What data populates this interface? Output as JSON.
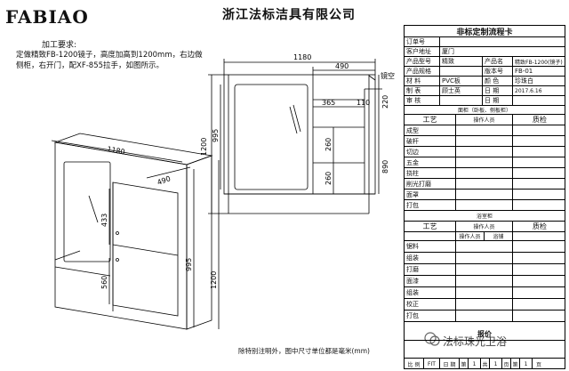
{
  "header": {
    "logo": "FABIAO",
    "company": "浙江法标洁具有限公司"
  },
  "requirements": {
    "title": "加工要求:",
    "body": "定做精致FB-1200镜子，高度加高到1200mm，右边做侧柜，右开门，配XF-855拉手，如图所示。"
  },
  "drawing": {
    "top_width": "1180",
    "top_sub": "490",
    "top_height": "1200",
    "top_995": "995",
    "top_365": "365",
    "top_110": "110",
    "top_220": "220",
    "top_260a": "260",
    "top_260b": "260",
    "top_890": "890",
    "mirror_label": "镜空",
    "iso_1180": "1180",
    "iso_490": "490",
    "iso_433": "433",
    "iso_560": "560",
    "iso_995": "995",
    "iso_1200": "1200"
  },
  "note": "除特别注明外，图中尺寸单位都是毫米(mm)",
  "watermark": "法标珠光卫浴",
  "form": {
    "title": "非标定制流程卡",
    "order_no": "订单号",
    "customer": "客户地址",
    "customer_value": "厦门",
    "product_no": "产品型号",
    "product_no_value": "精致",
    "product_name": "产品名",
    "product_name_value": "精致FB-1200(镜子)",
    "spec": "产品规格",
    "version": "版本号",
    "version_value": "FB-01",
    "material": "材  料",
    "material_value": "PVC板",
    "color": "颜  色",
    "color_value": "珍珠白",
    "make": "制  表",
    "make_value": "顾士英",
    "date": "日  期",
    "date_value": "2017.6.16",
    "audit": "审  核",
    "audit_date": "日  期",
    "section1": "面柜（卧板、侧板柜）",
    "process": "工艺",
    "operator": "操作人员",
    "quality": "质检",
    "steps1": [
      "成型",
      "破杆",
      "切边",
      "五金",
      "挠柱",
      "削光打磨",
      "面罩",
      "打包"
    ],
    "section2": "浴室柜",
    "operator2": "操作人员",
    "worker": "浴铺",
    "steps2": [
      "锯料",
      "组装",
      "打磨",
      "面漆",
      "组装",
      "校正",
      "打包"
    ],
    "price": "报价",
    "footer": [
      "比 例",
      "FIT",
      "日 期",
      "第",
      "1",
      "共",
      "1",
      "页",
      "第",
      "1",
      "页"
    ]
  }
}
